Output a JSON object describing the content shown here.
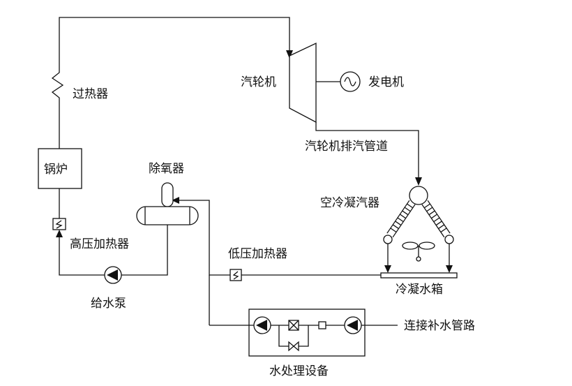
{
  "labels": {
    "superheater": "过热器",
    "turbine": "汽轮机",
    "generator": "发电机",
    "turbine_exhaust": "汽轮机排汽管道",
    "boiler": "锅炉",
    "deaerator": "除氧器",
    "air_condenser": "空冷凝汽器",
    "hp_heater": "高压加热器",
    "lp_heater": "低压加热器",
    "feed_pump": "给水泵",
    "condensate_tank": "冷凝水箱",
    "water_treatment": "水处理设备",
    "makeup_pipe": "连接补水管路"
  }
}
